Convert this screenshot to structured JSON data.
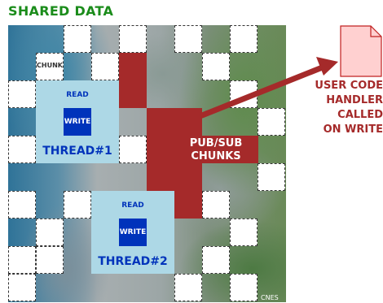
{
  "title": "SHARED DATA",
  "chunk_label": "CHUNK",
  "thread1": {
    "read": "READ",
    "write": "WRITE",
    "label": "THREAD#1"
  },
  "thread2": {
    "read": "READ",
    "write": "WRITE",
    "label": "THREAD#2"
  },
  "pubsub_lines": [
    "PUB/SUB",
    "CHUNKS"
  ],
  "handler_lines": [
    "USER CODE",
    "HANDLER",
    "CALLED",
    "ON WRITE"
  ],
  "credit": "CNES",
  "colors": {
    "title": "#1b8c1b",
    "pubsub": "#a52a2a",
    "thread": "#add8e6",
    "rw": "#0033bb",
    "file_fill": "#ffd0d0",
    "file_stroke": "#c02020"
  },
  "icons": {
    "file": "document-icon",
    "arrow": "arrow-icon"
  }
}
